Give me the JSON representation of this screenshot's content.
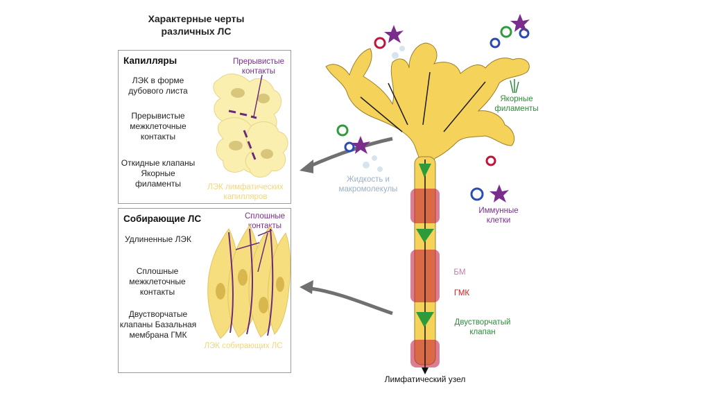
{
  "title": "Характерные черты различных ЛС",
  "panels": {
    "capillaries": {
      "heading": "Капилляры",
      "features": [
        "ЛЭК в форме дубового листа",
        "Прерывистые межклеточные контакты",
        "Откидные клапаны Якорные филаменты"
      ],
      "contacts_label": "Прерывистые контакты",
      "cells_label": "ЛЭК лимфатических капилляров"
    },
    "collecting": {
      "heading": "Собирающие ЛС",
      "features": [
        "Удлиненные ЛЭК",
        "Сплошные межклеточные контакты",
        "Двустворчатые клапаны Базальная мембрана ГМК"
      ],
      "contacts_label": "Сплошные контакты",
      "cells_label": "ЛЭК собирающих ЛС"
    }
  },
  "labels": {
    "anchoring": "Якорные филаменты",
    "fluid": "Жидкость и макромолекулы",
    "immune": "Иммунные клетки",
    "bm": "БМ",
    "smc": "ГМК",
    "valve": "Двустворчатый клапан",
    "node": "Лимфатический узел"
  },
  "colors": {
    "vessel_fill": "#f5d35a",
    "cell_fill": "#fbefb0",
    "junction": "#6a2a7a",
    "valve": "#2e9a3a",
    "smc": "#b31b2e",
    "arrow": "#707070"
  }
}
